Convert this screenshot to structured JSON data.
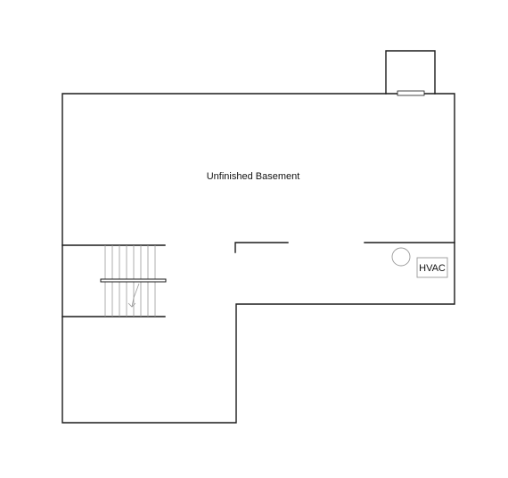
{
  "rooms": {
    "basement_label": "Unfinished Basement",
    "hvac_label": "HVAC"
  },
  "colors": {
    "wall": "#1a1a1a",
    "fixture_line": "#9a9a9a",
    "background": "#ffffff"
  },
  "icons": {
    "water_heater": "circle",
    "stair_direction": "arrow"
  }
}
